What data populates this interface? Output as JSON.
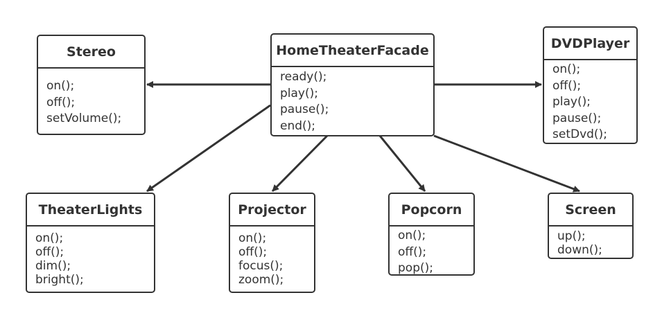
{
  "diagram": {
    "line_color": "#333333",
    "classes": {
      "facade": {
        "name": "HomeTheaterFacade",
        "methods": [
          "ready();",
          "play();",
          "pause();",
          "end();"
        ]
      },
      "stereo": {
        "name": "Stereo",
        "methods": [
          "on();",
          "off();",
          "setVolume();"
        ]
      },
      "dvd": {
        "name": "DVDPlayer",
        "methods": [
          "on();",
          "off();",
          "play();",
          "pause();",
          "setDvd();"
        ]
      },
      "lights": {
        "name": "TheaterLights",
        "methods": [
          "on();",
          "off();",
          "dim();",
          "bright();"
        ]
      },
      "projector": {
        "name": "Projector",
        "methods": [
          "on();",
          "off();",
          "focus();",
          "zoom();"
        ]
      },
      "popcorn": {
        "name": "Popcorn",
        "methods": [
          "on();",
          "off();",
          "pop();"
        ]
      },
      "screen": {
        "name": "Screen",
        "methods": [
          "up();",
          "down();"
        ]
      }
    },
    "associations": [
      {
        "from": "HomeTheaterFacade",
        "to": "Stereo"
      },
      {
        "from": "HomeTheaterFacade",
        "to": "DVDPlayer"
      },
      {
        "from": "HomeTheaterFacade",
        "to": "TheaterLights"
      },
      {
        "from": "HomeTheaterFacade",
        "to": "Projector"
      },
      {
        "from": "HomeTheaterFacade",
        "to": "Popcorn"
      },
      {
        "from": "HomeTheaterFacade",
        "to": "Screen"
      }
    ]
  }
}
